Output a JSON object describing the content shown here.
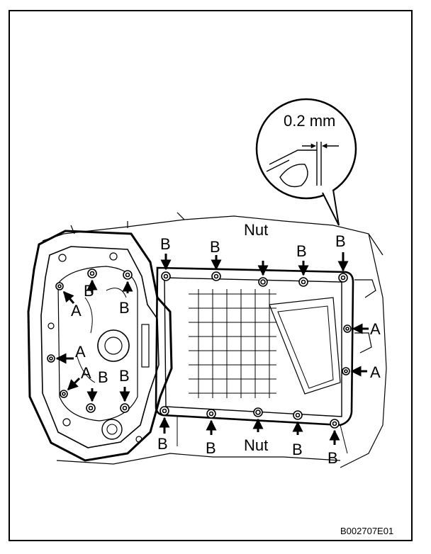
{
  "callout": {
    "measurement": "0.2 mm"
  },
  "labels": {
    "nut": "Nut",
    "a": "A",
    "b": "B"
  },
  "figure_code": "B002707E01",
  "colors": {
    "line": "#000000",
    "background": "#ffffff"
  }
}
